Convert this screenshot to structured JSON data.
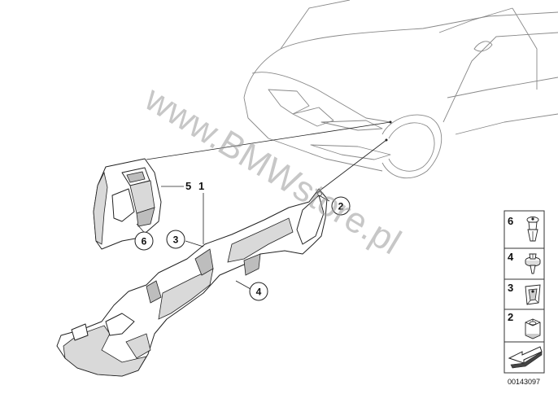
{
  "callouts": {
    "c1": "1",
    "c2": "2",
    "c3": "3",
    "c4": "4",
    "c5": "5",
    "c6": "6"
  },
  "legend": {
    "items": [
      "6",
      "4",
      "3",
      "2"
    ],
    "ref_code": "00143097"
  },
  "watermark": "www.BMWstore.pl"
}
